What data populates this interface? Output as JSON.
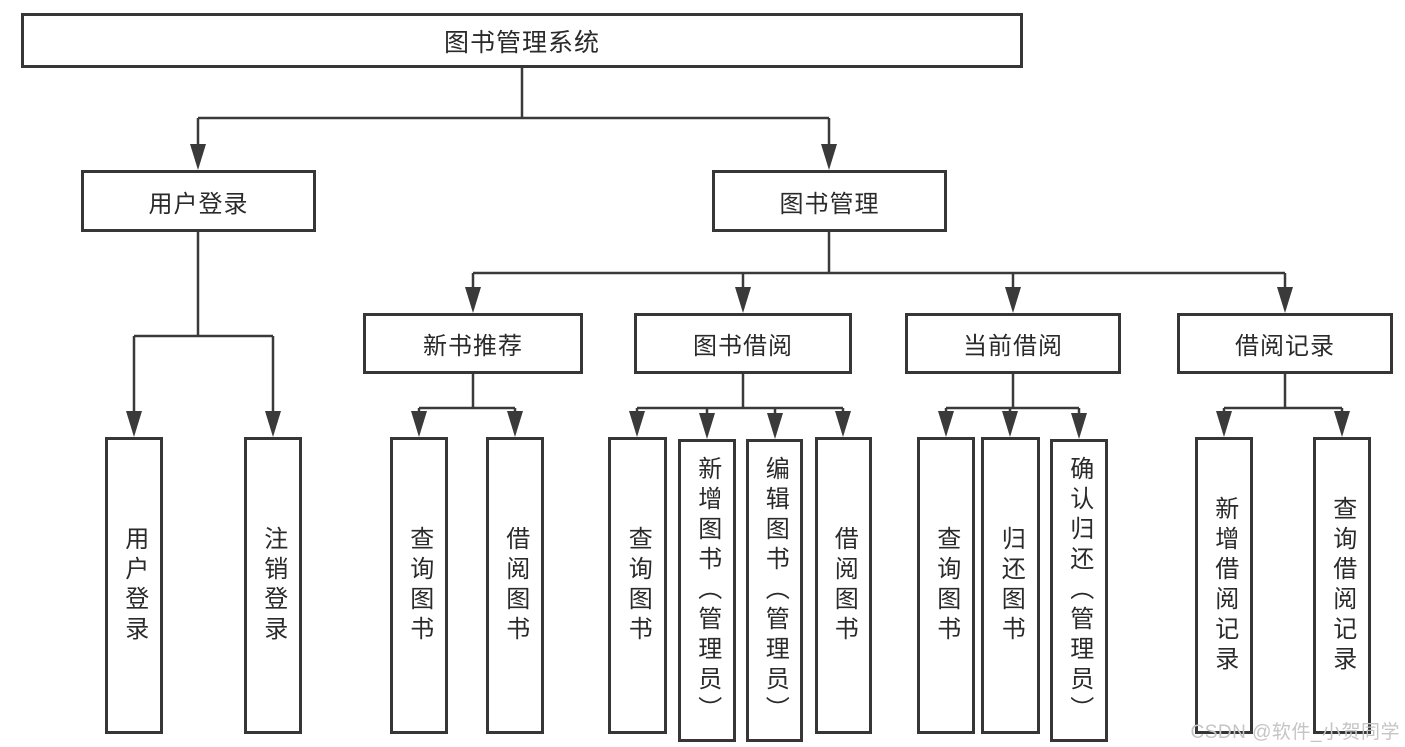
{
  "tree": {
    "root": {
      "label": "图书管理系统"
    },
    "branches": [
      {
        "label": "用户登录",
        "children": [
          {
            "label": "用户登录"
          },
          {
            "label": "注销登录"
          }
        ]
      },
      {
        "label": "图书管理",
        "children": [
          {
            "label": "新书推荐",
            "children": [
              {
                "label": "查询图书"
              },
              {
                "label": "借阅图书"
              }
            ]
          },
          {
            "label": "图书借阅",
            "children": [
              {
                "label": "查询图书"
              },
              {
                "label": "新增图书（管理员）"
              },
              {
                "label": "编辑图书（管理员）"
              },
              {
                "label": "借阅图书"
              }
            ]
          },
          {
            "label": "当前借阅",
            "children": [
              {
                "label": "查询图书"
              },
              {
                "label": "归还图书"
              },
              {
                "label": "确认归还（管理员）"
              }
            ]
          },
          {
            "label": "借阅记录",
            "children": [
              {
                "label": "新增借阅记录"
              },
              {
                "label": "查询借阅记录"
              }
            ]
          }
        ]
      }
    ]
  },
  "watermark": {
    "text": "CSDN @软件_小贺同学"
  },
  "colors": {
    "line": "#3a3a3a",
    "box_border": "#363636",
    "background": "#ffffff",
    "watermark": "#c6c4c4"
  }
}
